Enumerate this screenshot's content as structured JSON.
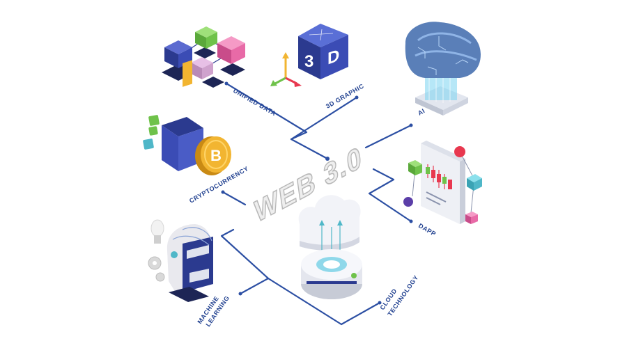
{
  "diagram": {
    "title": "WEB 3.0",
    "nodes": [
      {
        "id": "unified-data",
        "label": "UNIFIED DATA",
        "icon": "unified-data-cubes-icon"
      },
      {
        "id": "3d-graphic",
        "label": "3D GRAPHIC",
        "icon": "3d-cube-icon",
        "icon_text": "3D"
      },
      {
        "id": "ai",
        "label": "AI",
        "icon": "brain-chip-icon"
      },
      {
        "id": "cryptocurrency",
        "label": "CRYPTOCURRENCY",
        "icon": "crypto-wallet-coin-icon",
        "icon_text": "B"
      },
      {
        "id": "dapp",
        "label": "DAPP",
        "icon": "dapp-chart-screen-icon"
      },
      {
        "id": "machine-learning",
        "label_lines": [
          "MACHINE",
          "LEARNING"
        ],
        "icon": "robot-head-icon"
      },
      {
        "id": "cloud-technology",
        "label_lines": [
          "CLOUD",
          "TECHNOLOGY"
        ],
        "icon": "cloud-server-icon"
      }
    ],
    "colors": {
      "connector": "#2c4fa3",
      "label": "#1f3f8f",
      "title_fill": "#eeeeee",
      "title_outline": "#b8b8b8",
      "navy": "#2b3a8f",
      "green": "#6fc24a",
      "pink": "#e86aa7",
      "teal": "#4fb7c8",
      "gold": "#f2b531",
      "red": "#e8384f"
    }
  }
}
